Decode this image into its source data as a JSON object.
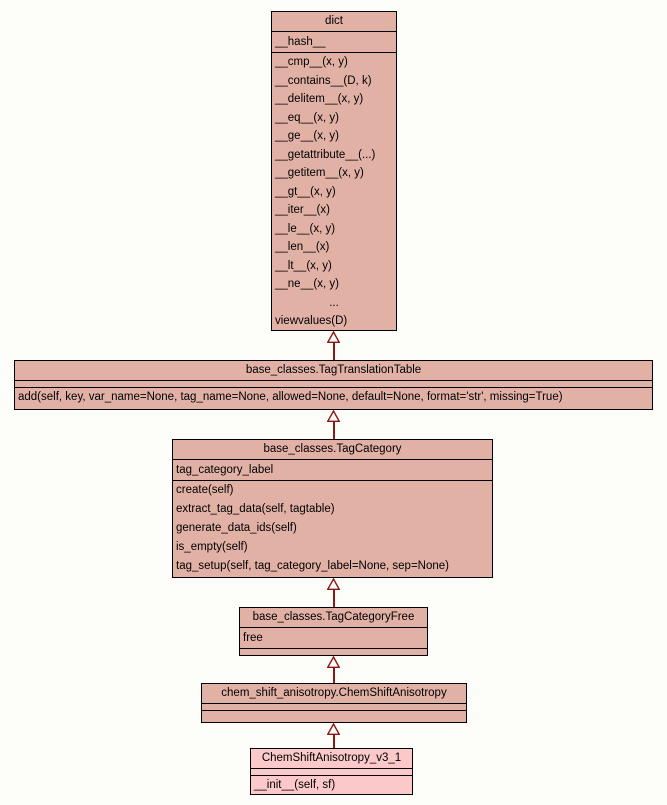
{
  "diagram_type": "uml-class-inheritance",
  "colors": {
    "class_fill": "#e2b1a6",
    "highlight_fill": "#fbc9c9",
    "edge": "#8b1717",
    "border": "#000000",
    "background": "#fdfdfa"
  },
  "classes": [
    {
      "id": "dict",
      "title": "dict",
      "attributes": [
        "__hash__"
      ],
      "methods": [
        "__cmp__(x, y)",
        "__contains__(D, k)",
        "__delitem__(x, y)",
        "__eq__(x, y)",
        "__ge__(x, y)",
        "__getattribute__(...)",
        "__getitem__(x, y)",
        "__gt__(x, y)",
        "__iter__(x)",
        "__le__(x, y)",
        "__len__(x)",
        "__lt__(x, y)",
        "__ne__(x, y)",
        "...",
        "viewvalues(D)"
      ]
    },
    {
      "id": "tag_translation_table",
      "title": "base_classes.TagTranslationTable",
      "attributes": [],
      "methods": [
        "add(self, key, var_name=None, tag_name=None, allowed=None, default=None, format='str', missing=True)"
      ]
    },
    {
      "id": "tag_category",
      "title": "base_classes.TagCategory",
      "attributes": [
        "tag_category_label"
      ],
      "methods": [
        "create(self)",
        "extract_tag_data(self, tagtable)",
        "generate_data_ids(self)",
        "is_empty(self)",
        "tag_setup(self, tag_category_label=None, sep=None)"
      ]
    },
    {
      "id": "tag_category_free",
      "title": "base_classes.TagCategoryFree",
      "attributes": [
        "free"
      ],
      "methods": []
    },
    {
      "id": "chem_shift_anisotropy",
      "title": "chem_shift_anisotropy.ChemShiftAnisotropy",
      "attributes": [],
      "methods": []
    },
    {
      "id": "chem_shift_anisotropy_v3_1",
      "title": "ChemShiftAnisotropy_v3_1",
      "attributes": [],
      "methods": [
        "__init__(self, sf)"
      ]
    }
  ],
  "relations": [
    {
      "child": "base_classes.TagTranslationTable",
      "parent": "dict",
      "type": "inheritance"
    },
    {
      "child": "base_classes.TagCategory",
      "parent": "base_classes.TagTranslationTable",
      "type": "inheritance"
    },
    {
      "child": "base_classes.TagCategoryFree",
      "parent": "base_classes.TagCategory",
      "type": "inheritance"
    },
    {
      "child": "chem_shift_anisotropy.ChemShiftAnisotropy",
      "parent": "base_classes.TagCategoryFree",
      "type": "inheritance"
    },
    {
      "child": "ChemShiftAnisotropy_v3_1",
      "parent": "chem_shift_anisotropy.ChemShiftAnisotropy",
      "type": "inheritance"
    }
  ]
}
